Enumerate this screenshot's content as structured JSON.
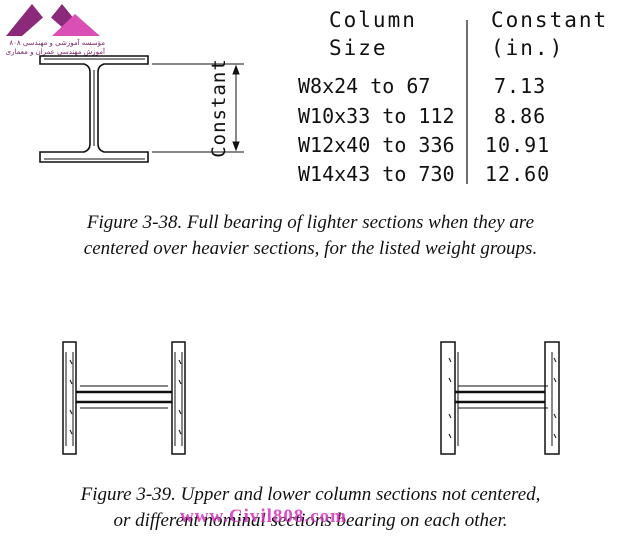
{
  "logo": {
    "line1": "مؤسسه آموزشی و مهندسی ۸۰۸",
    "line2": "آموزش مهندسی عمران و معماری",
    "colors": {
      "purple": "#8b2a7a",
      "pink": "#d94fb5"
    }
  },
  "table": {
    "header_col1_line1": "Column",
    "header_col1_line2": "Size",
    "header_col2_line1": "Constant",
    "header_col2_line2": "(in.)",
    "rows": [
      {
        "size": "W8x24 to 67",
        "constant": "7.13"
      },
      {
        "size": "W10x33 to 112",
        "constant": "8.86"
      },
      {
        "size": "W12x40 to 336",
        "constant": "10.91"
      },
      {
        "size": "W14x43 to 730",
        "constant": "12.60"
      }
    ]
  },
  "dimension_label": "Constant",
  "figure_3_38": {
    "line1": "Figure 3-38.  Full bearing of lighter sections when they are",
    "line2": "centered over heavier sections, for the listed weight groups."
  },
  "figure_3_39": {
    "line1": "Figure 3-39.  Upper and lower column sections not centered,",
    "line2": "or different nominal sections bearing on each other."
  },
  "watermark": "www.Civil808.com"
}
